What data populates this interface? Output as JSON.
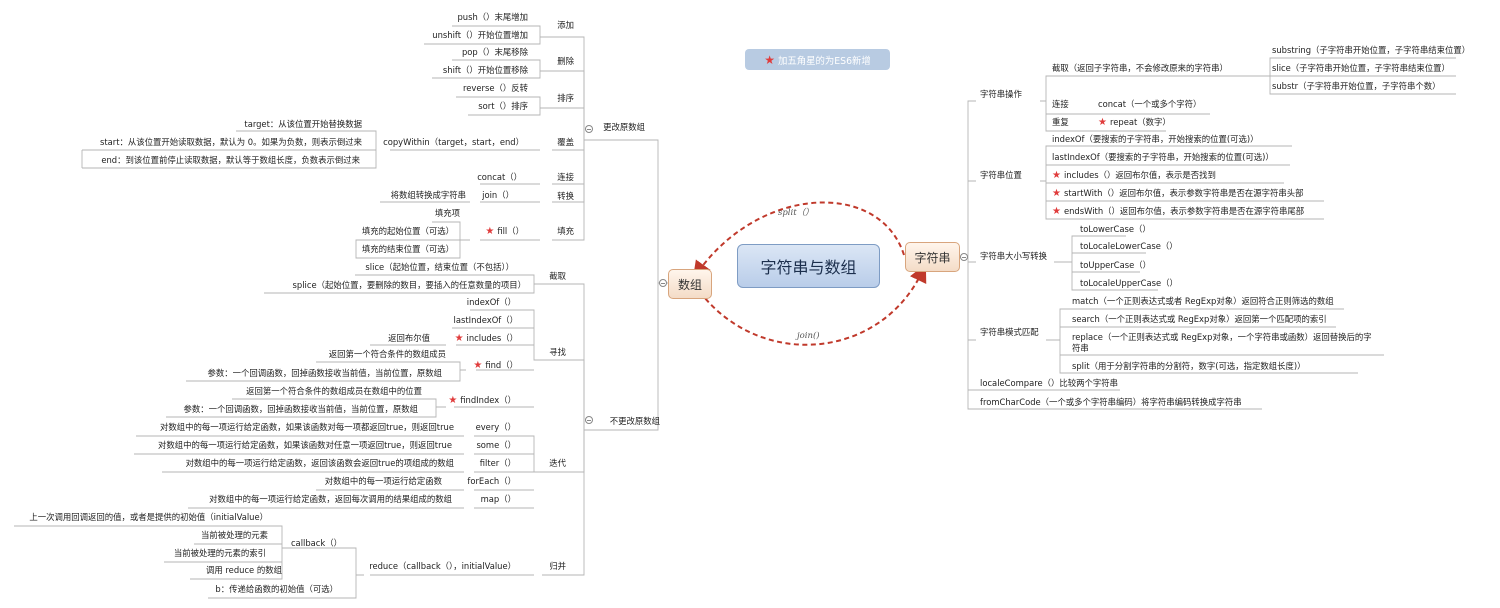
{
  "center_topic": "字符串与数组",
  "main_left": "数组",
  "main_right": "字符串",
  "legend_note": "加五角星的为ES6新增",
  "arc_labels": {
    "split": "split（）",
    "join": "join()"
  },
  "array": {
    "mutating": {
      "label": "更改原数组",
      "groups": {
        "add": {
          "label": "添加",
          "items": [
            "push（）末尾增加",
            "unshift（）开始位置增加"
          ]
        },
        "delete": {
          "label": "删除",
          "items": [
            "pop（）末尾移除",
            "shift（）开始位置移除"
          ]
        },
        "sort": {
          "label": "排序",
          "items": [
            "reverse（）反转",
            "sort（）排序"
          ]
        },
        "cover": {
          "label": "覆盖",
          "method": "copyWithin（target，start，end）",
          "params": [
            "target：从该位置开始替换数据",
            "start：从该位置开始读取数据，默认为 0。如果为负数，则表示倒过来",
            "end：到该位置前停止读取数据，默认等于数组长度，负数表示倒过来"
          ]
        },
        "connect": {
          "label": "连接",
          "method": "concat（）"
        },
        "convert": {
          "label": "转换",
          "method": "join（）",
          "desc": "将数组转换成字符串"
        },
        "fill": {
          "label": "填充",
          "method": "fill（）",
          "params": [
            "填充项",
            "填充的起始位置（可选）",
            "填充的结束位置（可选）"
          ]
        }
      }
    },
    "non_mutating": {
      "label": "不更改原数组",
      "groups": {
        "slice": {
          "label": "截取",
          "items": [
            "slice（起始位置，结束位置（不包括））",
            "splice（起始位置，要删除的数目，要插入的任意数量的项目）"
          ]
        },
        "find": {
          "label": "寻找",
          "indexOf": "indexOf（）",
          "lastIndexOf": "lastIndexOf（）",
          "includes": "includes（）",
          "includes_desc": "返回布尔值",
          "find": "find（）",
          "find_desc": [
            "返回第一个符合条件的数组成员",
            "参数：一个回调函数，回掉函数接收当前值，当前位置，原数组"
          ],
          "findIndex": "findIndex（）",
          "findIndex_desc": [
            "返回第一个符合条件的数组成员在数组中的位置",
            "参数：一个回调函数，回掉函数接收当前值，当前位置，原数组"
          ]
        },
        "iterate": {
          "label": "迭代",
          "items": [
            {
              "method": "every（）",
              "desc": "对数组中的每一项运行给定函数，如果该函数对每一项都返回true，则返回true"
            },
            {
              "method": "some（）",
              "desc": "对数组中的每一项运行给定函数，如果该函数对任意一项返回true，则返回true"
            },
            {
              "method": "filter（）",
              "desc": "对数组中的每一项运行给定函数，返回该函数会返回true的项组成的数组"
            },
            {
              "method": "forEach（）",
              "desc": "对数组中的每一项运行给定函数"
            },
            {
              "method": "map（）",
              "desc": "对数组中的每一项运行给定函数，返回每次调用的结果组成的数组"
            }
          ]
        },
        "reduce": {
          "label": "归并",
          "method": "reduce（callback（），initialValue）",
          "callback": "callback（）",
          "callback_params": [
            "上一次调用回调返回的值，或者是提供的初始值（initialValue）",
            "当前被处理的元素",
            "当前被处理的元素的索引",
            "调用 reduce 的数组"
          ],
          "initial": "b：传递给函数的初始值（可选）"
        }
      }
    }
  },
  "string": {
    "ops": {
      "label": "字符串操作",
      "slice_label": "截取（返回子字符串，不会修改原来的字符串）",
      "slice_items": [
        "substring（子字符串开始位置，子字符串结束位置）",
        "slice（子字符串开始位置，子字符串结束位置）",
        "substr（子字符串开始位置，子字符串个数）"
      ],
      "concat_label": "连接",
      "concat_item": "concat（一个或多个字符）",
      "repeat_label": "重复",
      "repeat_item": "repeat（数字）"
    },
    "position": {
      "label": "字符串位置",
      "items": [
        "indexOf（要搜索的子字符串，开始搜索的位置(可选)）",
        "lastIndexOf（要搜索的子字符串，开始搜索的位置(可选)）",
        "includes（）返回布尔值，表示是否找到",
        "startWith（）返回布尔值，表示参数字符串是否在源字符串头部",
        "endsWith（）返回布尔值，表示参数字符串是否在源字符串尾部"
      ]
    },
    "case": {
      "label": "字符串大小写转换",
      "items": [
        "toLowerCase（）",
        "toLocaleLowerCase（）",
        "toUpperCase（）",
        "toLocaleUpperCase（）"
      ]
    },
    "match": {
      "label": "字符串模式匹配",
      "items": [
        "match（一个正则表达式或者 RegExp对象）返回符合正则筛选的数组",
        "search（一个正则表达式或 RegExp对象）返回第一个匹配项的索引",
        "replace（一个正则表达式或 RegExp对象，一个字符串或函数）返回替换后的字",
        "符串",
        "split（用于分割字符串的分割符，数字(可选，指定数组长度)）"
      ]
    },
    "localeCompare": "localeCompare（）比较两个字符串",
    "fromCharCode": "fromCharCode（一个或多个字符串编码）将字符串编码转换成字符串"
  }
}
